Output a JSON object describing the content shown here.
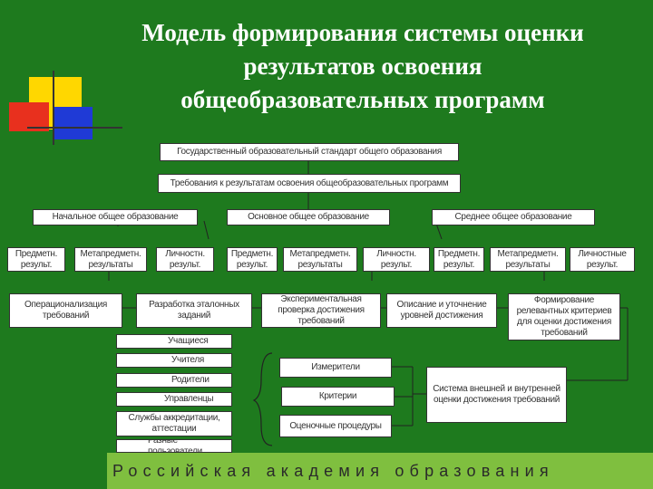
{
  "title": {
    "line1": "Модель формирования системы оценки",
    "line2": "результатов освоения",
    "line3": "общеобразовательных программ"
  },
  "diagram": {
    "standard": "Государственный образовательный стандарт общего образования",
    "requirements": "Требования к результатам освоения общеобразовательных программ",
    "levels": [
      "Начальное общее образование",
      "Основное общее образование",
      "Среднее общее образование"
    ],
    "result_types": [
      "Предметн. результ.",
      "Метапредметн. результаты",
      "Личностн. результ.",
      "Предметн. результ.",
      "Метапредметн. результаты",
      "Личностн. результ.",
      "Предметн. результ.",
      "Метапредметн. результаты",
      "Личностные результ."
    ],
    "steps": [
      "Операционализация требований",
      "Разработка эталонных заданий",
      "Экспериментальная проверка достижения требований",
      "Описание и уточнение уровней достижения",
      "Формирование релевантных критериев для оценки достижения требований"
    ],
    "users": [
      "Учащиеся",
      "Учителя",
      "Родители",
      "Управленцы",
      "Службы аккредитации, аттестации",
      "Разные пользователи"
    ],
    "tools": [
      "Измерители",
      "Критерии",
      "Оценочные процедуры"
    ],
    "system": "Система внешней и внутренней оценки достижения требований"
  },
  "footer": "Российская академия образования",
  "colors": {
    "background": "#1e7a1e",
    "footer": "#7fbf3f"
  }
}
